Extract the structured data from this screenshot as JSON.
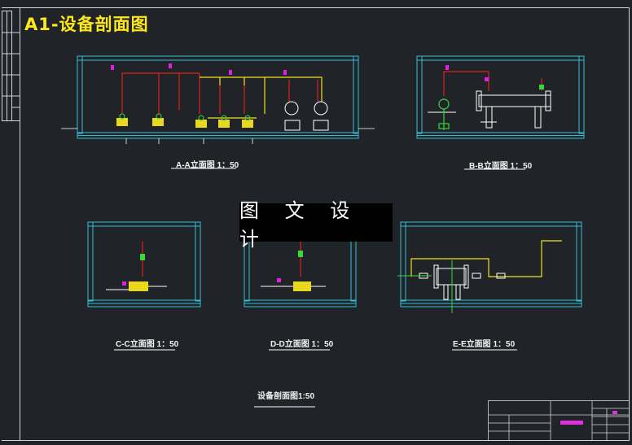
{
  "title": "A1-设备剖面图",
  "watermark": "图 文 设 计",
  "views": {
    "aa": "A-A立面图 1：50",
    "bb": "B-B立面图 1：50",
    "cc": "C-C立面图 1：50",
    "dd": "D-D立面图 1：50",
    "ee": "E-E立面图 1：50"
  },
  "sheet_caption": "设备剖面图1:50",
  "colors": {
    "background": "#202428",
    "title": "#ffe81a",
    "frame": "#d0d4dc",
    "wall": "#36c0d8",
    "pipe_red": "#e0201c",
    "pipe_yellow": "#f0e020",
    "equipment": "#ffffff",
    "valve_magenta": "#e020e0",
    "support_green": "#38d838",
    "title_block_text": "#e030e0"
  }
}
